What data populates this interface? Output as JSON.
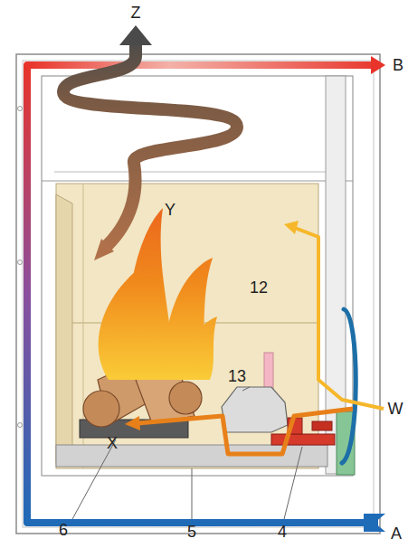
{
  "diagram": {
    "labels": [
      "Z",
      "B",
      "Y",
      "12",
      "13",
      "W",
      "X",
      "A",
      "6",
      "5",
      "4"
    ]
  }
}
